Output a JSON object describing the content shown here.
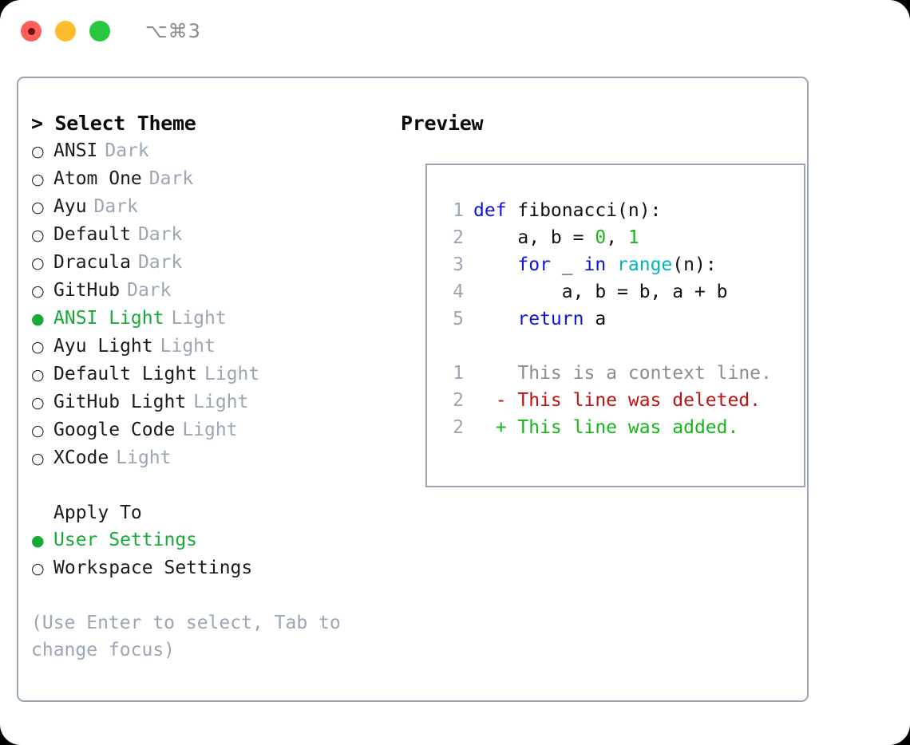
{
  "window": {
    "shortcut": "⌥⌘3",
    "lights": [
      {
        "name": "close",
        "color": "#fc5f57"
      },
      {
        "name": "minimize",
        "color": "#fdbc2c"
      },
      {
        "name": "maximize",
        "color": "#27c83f"
      }
    ]
  },
  "theme_picker": {
    "heading": "> Select Theme",
    "marker_selected": "●",
    "marker_unselected": "○",
    "themes": [
      {
        "name": "ANSI",
        "kind": "Dark",
        "selected": false
      },
      {
        "name": "Atom One",
        "kind": "Dark",
        "selected": false
      },
      {
        "name": "Ayu",
        "kind": "Dark",
        "selected": false
      },
      {
        "name": "Default",
        "kind": "Dark",
        "selected": false
      },
      {
        "name": "Dracula",
        "kind": "Dark",
        "selected": false
      },
      {
        "name": "GitHub",
        "kind": "Dark",
        "selected": false
      },
      {
        "name": "ANSI Light",
        "kind": "Light",
        "selected": true
      },
      {
        "name": "Ayu Light",
        "kind": "Light",
        "selected": false
      },
      {
        "name": "Default Light",
        "kind": "Light",
        "selected": false
      },
      {
        "name": "GitHub Light",
        "kind": "Light",
        "selected": false
      },
      {
        "name": "Google Code",
        "kind": "Light",
        "selected": false
      },
      {
        "name": "XCode",
        "kind": "Light",
        "selected": false
      }
    ]
  },
  "apply_to": {
    "label": "Apply To",
    "options": [
      {
        "name": "User Settings",
        "selected": true
      },
      {
        "name": "Workspace Settings",
        "selected": false
      }
    ]
  },
  "hint": "(Use Enter to select, Tab to change focus)",
  "preview": {
    "heading": "Preview",
    "code_lines": [
      {
        "no": "1",
        "tokens": [
          {
            "text": "def ",
            "cls": "t-kw"
          },
          {
            "text": "fibonacci(n):",
            "cls": "t-plain"
          }
        ]
      },
      {
        "no": "2",
        "tokens": [
          {
            "text": "    a, b = ",
            "cls": "t-plain"
          },
          {
            "text": "0",
            "cls": "t-num"
          },
          {
            "text": ", ",
            "cls": "t-plain"
          },
          {
            "text": "1",
            "cls": "t-num"
          }
        ]
      },
      {
        "no": "3",
        "tokens": [
          {
            "text": "    ",
            "cls": "t-plain"
          },
          {
            "text": "for",
            "cls": "t-kw"
          },
          {
            "text": " _ ",
            "cls": "t-plain"
          },
          {
            "text": "in",
            "cls": "t-kw"
          },
          {
            "text": " ",
            "cls": "t-plain"
          },
          {
            "text": "range",
            "cls": "t-fn"
          },
          {
            "text": "(n):",
            "cls": "t-plain"
          }
        ]
      },
      {
        "no": "4",
        "tokens": [
          {
            "text": "        a, b = b, a + b",
            "cls": "t-plain"
          }
        ]
      },
      {
        "no": "5",
        "tokens": [
          {
            "text": "    ",
            "cls": "t-plain"
          },
          {
            "text": "return",
            "cls": "t-kw"
          },
          {
            "text": " a",
            "cls": "t-plain"
          }
        ]
      }
    ],
    "diff_lines": [
      {
        "no": "1",
        "marker": " ",
        "text": " This is a context line.",
        "cls": "t-ctx"
      },
      {
        "no": "2",
        "marker": "-",
        "text": " This line was deleted.",
        "cls": "t-del"
      },
      {
        "no": "2",
        "marker": "+",
        "text": " This line was added.",
        "cls": "t-add"
      }
    ]
  },
  "colors": {
    "accent_green": "#17aa38",
    "muted": "#9aa6b4",
    "border": "#9aa6b4",
    "keyword": "#0b14d8",
    "function": "#00b6b6",
    "number": "#14b814",
    "diff_del": "#c01010",
    "diff_add": "#14b814"
  }
}
